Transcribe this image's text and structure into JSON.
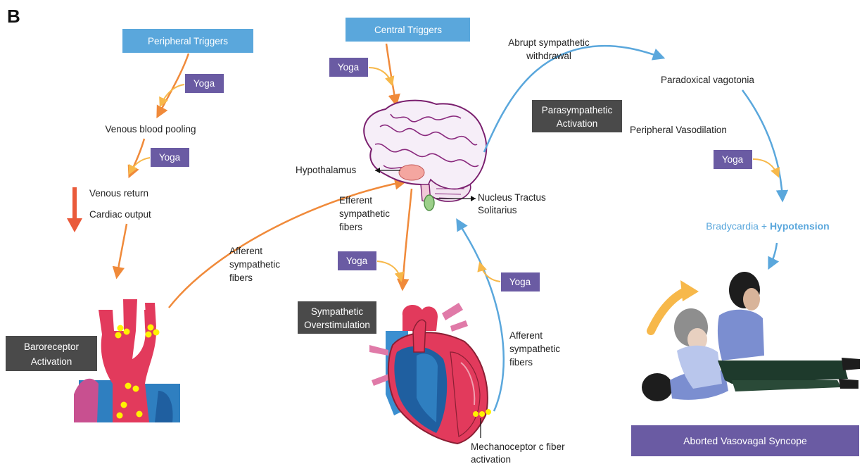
{
  "panel_label": "B",
  "colors": {
    "trigger_box": "#5aa7dc",
    "yoga_box": "#6a5ba3",
    "dark_box": "#4a4a4a",
    "orange_arrow": "#f08a3a",
    "yellow_arrow": "#f7b84a",
    "blue_arrow": "#5aa7dc",
    "red_arrow": "#ea5a3a",
    "outcome_box": "#6a5ba3",
    "bradycardia_text": "#5aa7dc"
  },
  "triggers": {
    "peripheral": "Peripheral Triggers",
    "central": "Central Triggers"
  },
  "yoga_label": "Yoga",
  "left_path": {
    "venous_pooling": "Venous blood pooling",
    "venous_return": "Venous return",
    "cardiac_output": "Cardiac output",
    "afferent_line1": "Afferent",
    "afferent_line2": "sympathetic",
    "afferent_line3": "fibers",
    "baroreceptor_line1": "Baroreceptor",
    "baroreceptor_line2": "Activation"
  },
  "brain": {
    "hypothalamus": "Hypothalamus",
    "nts_line1": "Nucleus Tractus",
    "nts_line2": "Solitarius",
    "efferent_line1": "Efferent",
    "efferent_line2": "sympathetic",
    "efferent_line3": "fibers"
  },
  "heart": {
    "overstim_line1": "Sympathetic",
    "overstim_line2": "Overstimulation",
    "afferent_line1": "Afferent",
    "afferent_line2": "sympathetic",
    "afferent_line3": "fibers",
    "mechano_line1": "Mechanoceptor c fiber",
    "mechano_line2": "activation"
  },
  "right_path": {
    "withdrawal_line1": "Abrupt sympathetic",
    "withdrawal_line2": "withdrawal",
    "vagotonia": "Paradoxical vagotonia",
    "parasym_line1": "Parasympathetic",
    "parasym_line2": "Activation",
    "vasodilation": "Peripheral Vasodilation",
    "bradycardia": "Bradycardia",
    "plus": " + ",
    "hypotension": "Hypotension"
  },
  "outcome": "Aborted Vasovagal Syncope"
}
